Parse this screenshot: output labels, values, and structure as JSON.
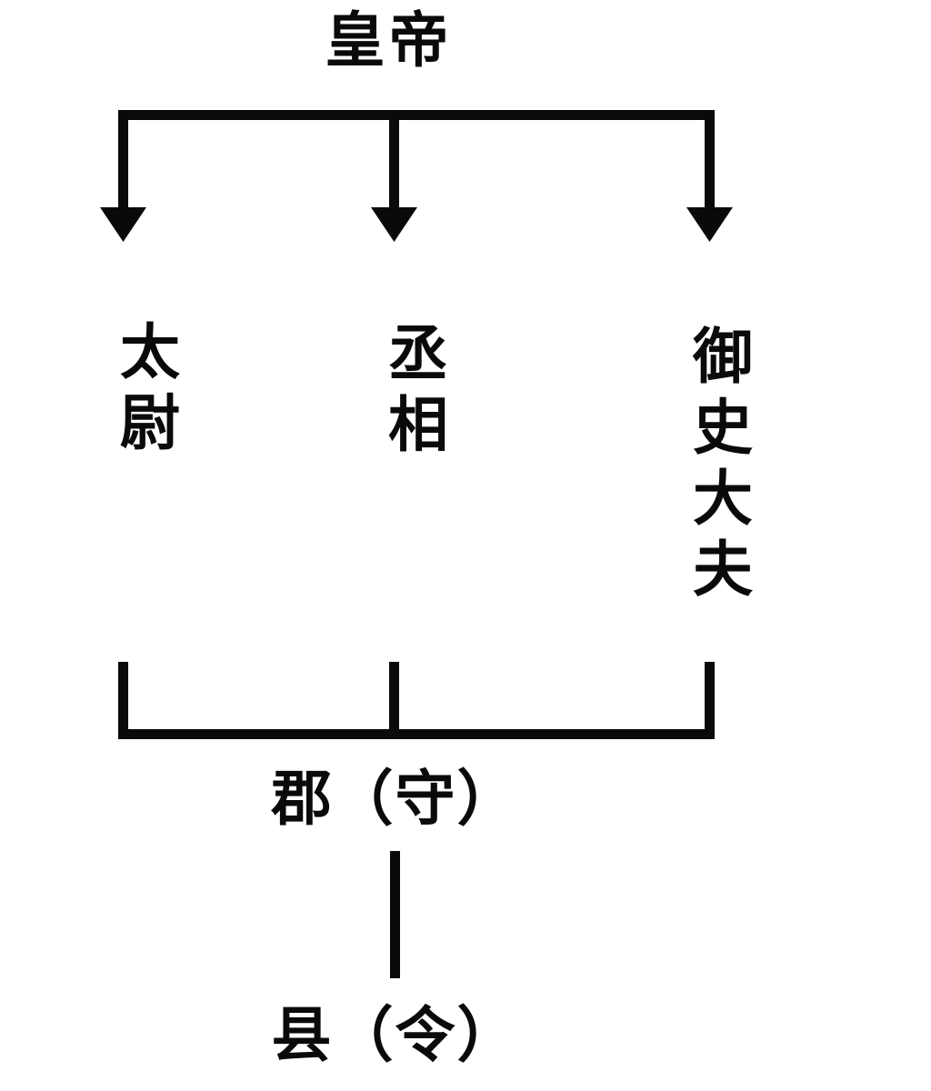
{
  "diagram": {
    "type": "org-chart",
    "title": "皇帝",
    "background_color": "#ffffff",
    "line_color": "#0a0a0a",
    "text_color": "#0a0a0a",
    "nodes": {
      "root": {
        "label": "皇帝",
        "orientation": "horizontal",
        "level": 0
      },
      "taiwei": {
        "label": "太尉",
        "orientation": "vertical",
        "level": 1
      },
      "chengxiang": {
        "label": "丞相",
        "orientation": "vertical",
        "level": 1
      },
      "yushidafu": {
        "label": "御史大夫",
        "orientation": "vertical",
        "level": 1
      },
      "jun": {
        "label": "郡（守）",
        "orientation": "horizontal",
        "level": 2
      },
      "xian": {
        "label": "县（令）",
        "orientation": "horizontal",
        "level": 3
      }
    },
    "edges": [
      {
        "from": "root",
        "to": "taiwei",
        "style": "arrow"
      },
      {
        "from": "root",
        "to": "chengxiang",
        "style": "arrow"
      },
      {
        "from": "root",
        "to": "yushidafu",
        "style": "arrow"
      },
      {
        "from": "taiwei",
        "to": "jun",
        "style": "bracket"
      },
      {
        "from": "chengxiang",
        "to": "jun",
        "style": "bracket"
      },
      {
        "from": "yushidafu",
        "to": "jun",
        "style": "bracket"
      },
      {
        "from": "jun",
        "to": "xian",
        "style": "line"
      }
    ]
  }
}
